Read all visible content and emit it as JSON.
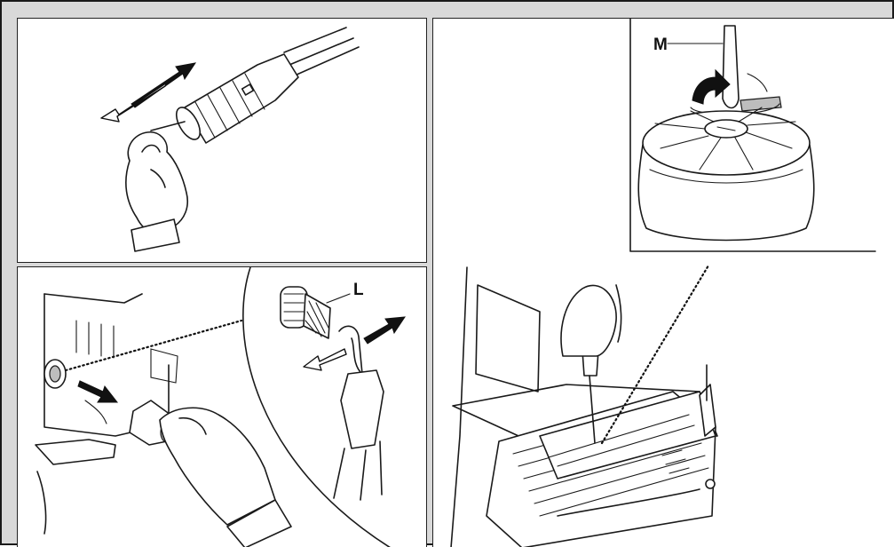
{
  "labels": {
    "part_l": "L",
    "part_m": "M"
  },
  "panels": {
    "nozzle_cleaning": "panel-top-left",
    "inlet_filter": "panel-bottom-left",
    "detergent_filter": "panel-right"
  },
  "colors": {
    "frame_background": "#d9d9d9",
    "line": "#1a1a1a",
    "arrow_accent": "#111111",
    "highlight_grey": "#bdbdbd"
  }
}
